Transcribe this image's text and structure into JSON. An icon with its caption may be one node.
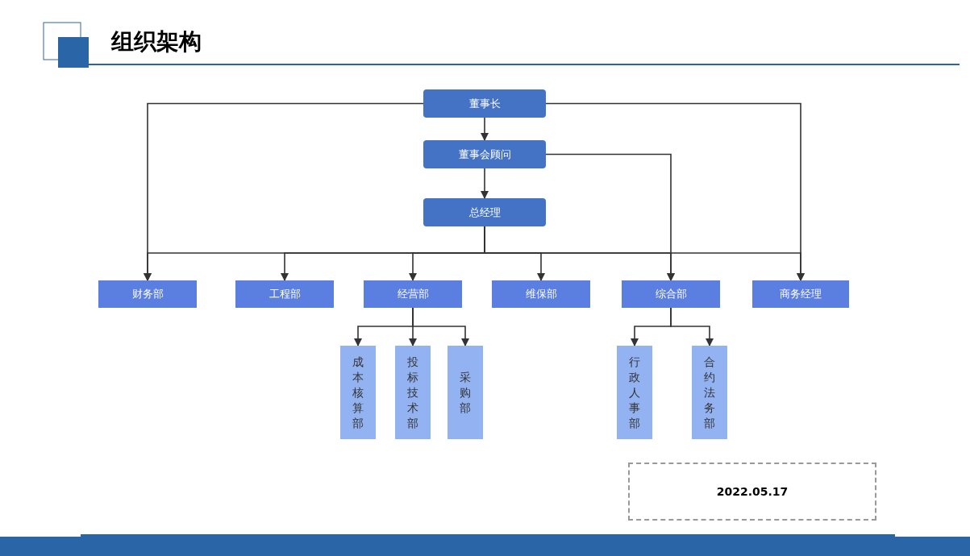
{
  "diagram": {
    "title": "组织架构",
    "nodes": [
      {
        "text": [
          "董事长"
        ]
      },
      {
        "text": [
          "董事会顾问"
        ]
      },
      {
        "text": [
          "总经理"
        ]
      },
      {
        "text": [
          "财务部"
        ]
      },
      {
        "text": [
          "工程部"
        ]
      },
      {
        "text": [
          "经营部"
        ]
      },
      {
        "text": [
          "维保部"
        ]
      },
      {
        "text": [
          "综合部"
        ]
      },
      {
        "text": [
          "商务经理"
        ]
      },
      {
        "text": [
          "成本核算部"
        ]
      },
      {
        "text": [
          "投标技术部"
        ]
      },
      {
        "text": [
          "采购部"
        ]
      },
      {
        "text": [
          "行政人事部"
        ]
      },
      {
        "text": [
          "合约法务部"
        ]
      },
      {
        "text": [
          "2022.05.17"
        ]
      }
    ],
    "edges": [
      {
        "from": 0,
        "to": 1,
        "arrow": "to"
      },
      {
        "from": 1,
        "to": 2,
        "arrow": "to"
      },
      {
        "from": 0,
        "to": 3,
        "arrow": "to"
      },
      {
        "from": 0,
        "to": 8,
        "arrow": "to"
      },
      {
        "from": 1,
        "to": 7,
        "arrow": "to"
      },
      {
        "from": 2,
        "to": 3,
        "arrow": "to"
      },
      {
        "from": 2,
        "to": 4,
        "arrow": "to"
      },
      {
        "from": 2,
        "to": 5,
        "arrow": "to"
      },
      {
        "from": 2,
        "to": 6,
        "arrow": "to"
      },
      {
        "from": 2,
        "to": 7,
        "arrow": "to"
      },
      {
        "from": 2,
        "to": 8,
        "arrow": "to"
      },
      {
        "from": 5,
        "to": 9,
        "arrow": "to"
      },
      {
        "from": 5,
        "to": 10,
        "arrow": "to"
      },
      {
        "from": 5,
        "to": 11,
        "arrow": "to"
      },
      {
        "from": 7,
        "to": 12,
        "arrow": "to"
      },
      {
        "from": 7,
        "to": 13,
        "arrow": "to"
      }
    ]
  }
}
